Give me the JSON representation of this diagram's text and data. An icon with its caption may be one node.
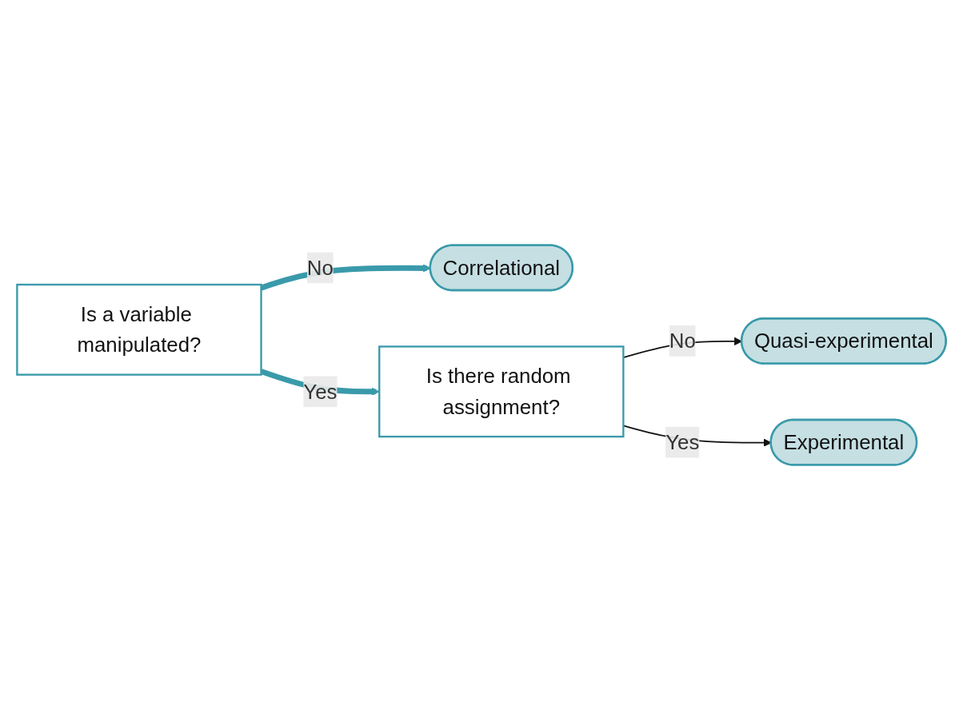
{
  "diagram": {
    "nodes": [
      {
        "text": [
          "Is a variable manipulated?"
        ]
      },
      {
        "text": [
          "Correlational"
        ]
      },
      {
        "text": [
          "Is there random assignment?"
        ]
      },
      {
        "text": [
          "Quasi-experimental"
        ]
      },
      {
        "text": [
          "Experimental"
        ]
      }
    ],
    "edges": [
      {
        "from": 0,
        "to": 1,
        "arrow": "to",
        "label": "No",
        "style": "thick",
        "color": "#3a9aaa"
      },
      {
        "from": 0,
        "to": 2,
        "arrow": "to",
        "label": "Yes",
        "style": "thick",
        "color": "#3a9aaa"
      },
      {
        "from": 2,
        "to": 3,
        "arrow": "to",
        "label": "No",
        "color": "#111111"
      },
      {
        "from": 2,
        "to": 4,
        "arrow": "to",
        "label": "Yes",
        "color": "#111111"
      }
    ]
  }
}
